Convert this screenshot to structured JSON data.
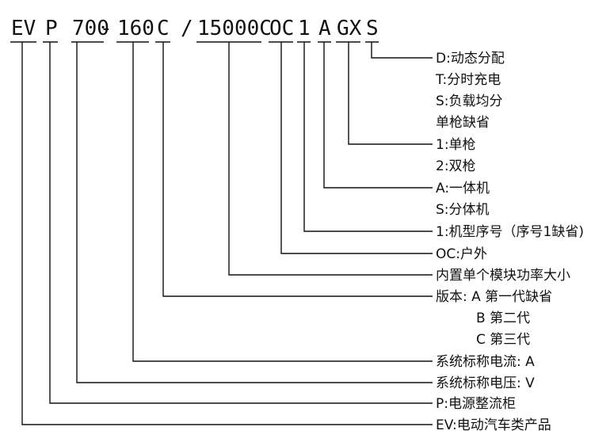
{
  "model_code": {
    "segments": [
      "EV",
      "P",
      "700",
      "-",
      "160",
      "C",
      "/",
      "15000C",
      "OC",
      "1",
      "A",
      "GX",
      "S"
    ]
  },
  "descriptions": [
    "D:动态分配",
    "T:分时充电",
    "S:负载均分",
    "单枪缺省",
    "1:单枪",
    "2:双枪",
    "A:一体机",
    "S:分体机",
    "1:机型序号（序号1缺省)",
    "OC:户外",
    "内置单个模块功率大小",
    "版本: A 第一代缺省",
    "B 第二代",
    "C 第三代",
    "系统标称电流: A",
    "系统标称电压: V",
    "P:电源整流柜",
    "EV:电动汽车类产品"
  ]
}
